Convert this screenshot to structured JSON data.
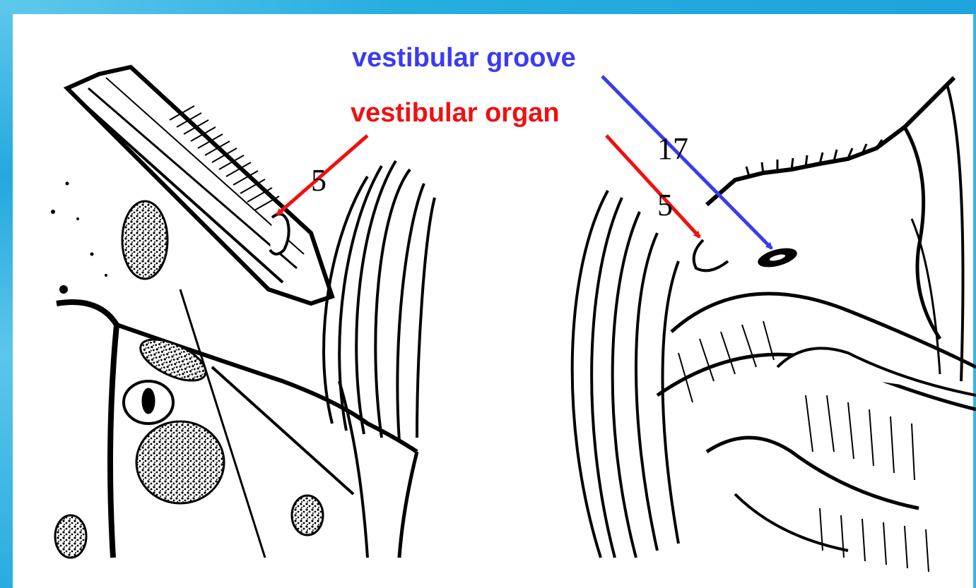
{
  "labels": {
    "groove": "vestibular groove",
    "organ": "vestibular organ"
  },
  "panel_numbers": {
    "left_5": "5",
    "right_17": "17",
    "right_5": "5"
  },
  "colors": {
    "frame": "#1ea3dc",
    "groove_label": "#3b3bf0",
    "organ_label": "#f01010",
    "ink": "#000000"
  }
}
